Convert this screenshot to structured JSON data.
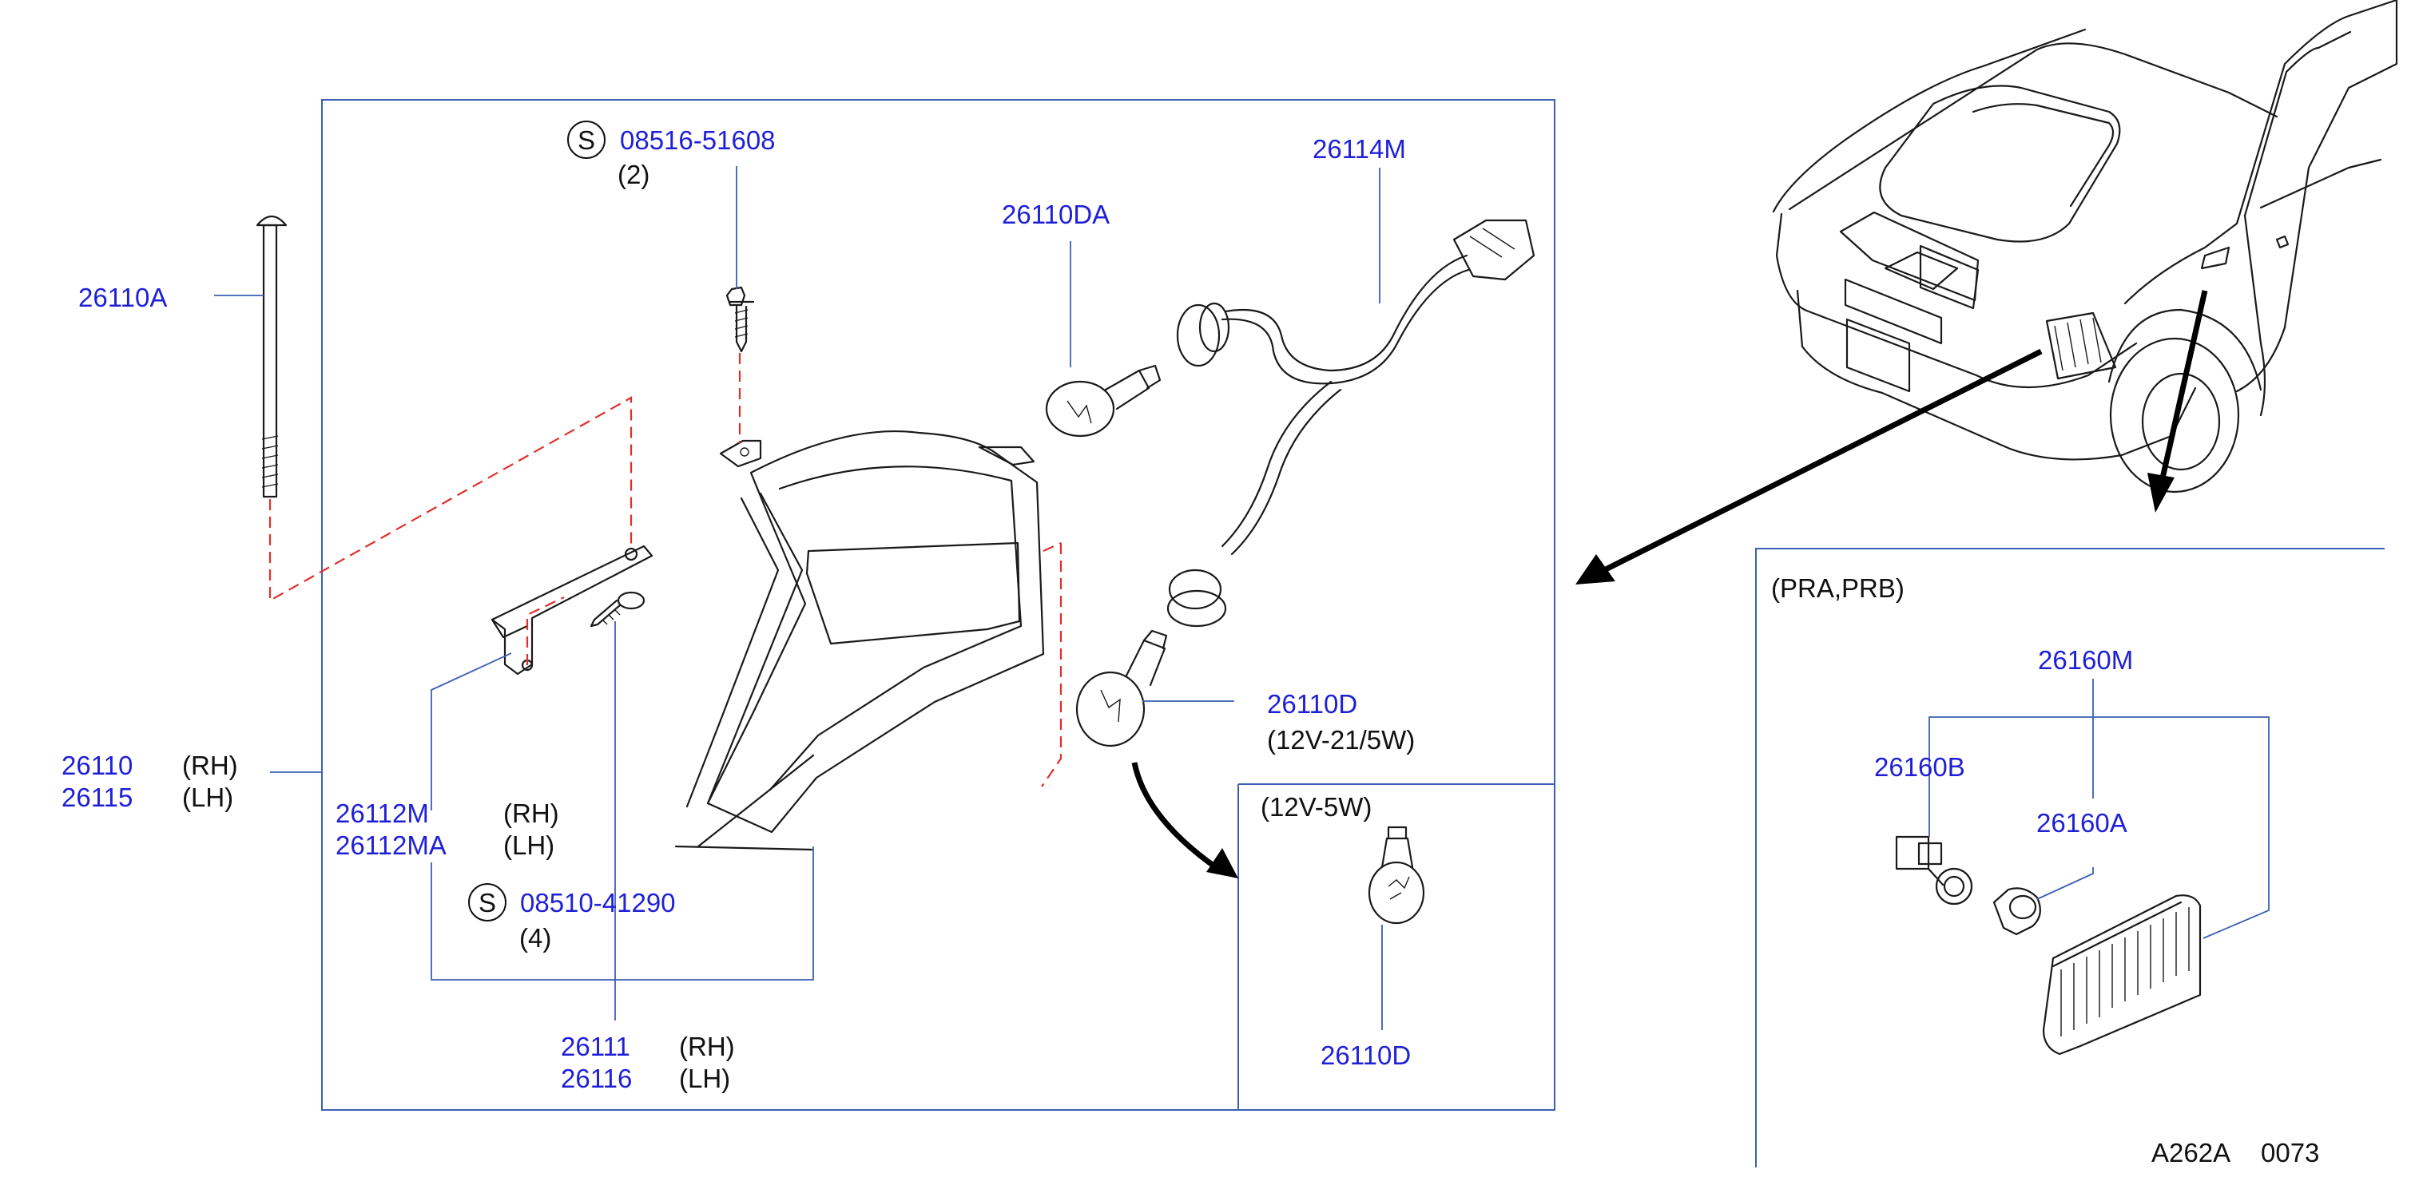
{
  "colors": {
    "part_number": "#1f1fd8",
    "text": "#111111",
    "frame": "#3a5fb5",
    "dashed": "#e0302a",
    "line_art": "#1a1a1a"
  },
  "icons": {
    "standard_part_symbol": "circled-s-icon"
  },
  "parts": {
    "screw_top": {
      "symbol": "S",
      "number": "08516-51608",
      "qty": "(2)"
    },
    "bolt": {
      "number": "26110A"
    },
    "lamp_assy_rh": {
      "number": "26110",
      "side": "(RH)"
    },
    "lamp_assy_lh": {
      "number": "26115",
      "side": "(LH)"
    },
    "bracket_rh": {
      "number": "26112M",
      "side": "(RH)"
    },
    "bracket_lh": {
      "number": "26112MA",
      "side": "(LH)"
    },
    "screw_bottom": {
      "symbol": "S",
      "number": "08510-41290",
      "qty": "(4)"
    },
    "housing_rh": {
      "number": "26111",
      "side": "(RH)"
    },
    "housing_lh": {
      "number": "26116",
      "side": "(LH)"
    },
    "bulb_top": {
      "number": "26110DA"
    },
    "harness": {
      "number": "26114M"
    },
    "bulb_main": {
      "number": "26110D",
      "spec": "(12V-21/5W)"
    },
    "bulb_inset": {
      "number": "26110D",
      "spec": "(12V-5W)"
    },
    "side_marker": {
      "variant": "(PRA,PRB)",
      "assembly": {
        "number": "26160M"
      },
      "socket": {
        "number": "26160B"
      },
      "bulb": {
        "number": "26160A"
      }
    }
  },
  "footer": {
    "code": "A262A",
    "sheet": "0073"
  }
}
